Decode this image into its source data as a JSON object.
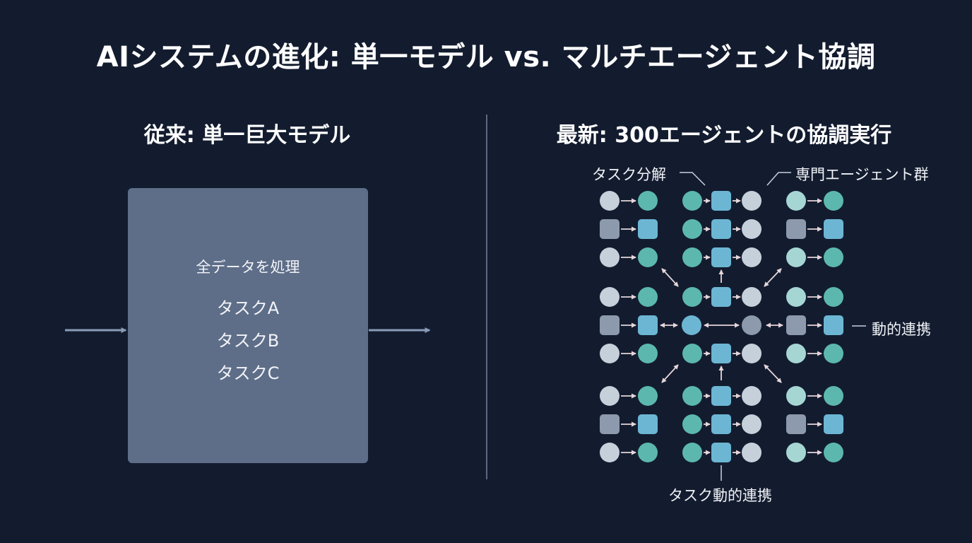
{
  "title": "AIシステムの進化: 単一モデル vs. マルチエージェント協調",
  "left": {
    "heading": "従来: 単一巨大モデル",
    "box_heading": "全データを処理",
    "tasks": [
      "タスクA",
      "タスクB",
      "タスクC"
    ]
  },
  "right": {
    "heading": "最新: 300エージェントの協調実行",
    "labels": {
      "decompose": "タスク分解",
      "specialists": "専門エージェント群",
      "dynamic": "動的連携",
      "task_dynamic": "タスク動的連携"
    }
  },
  "colors": {
    "background": "#131c2f",
    "box": "#5e6e88",
    "teal": "#5cb8ae",
    "blue": "#6cb6d4",
    "pale_teal": "#a6d6d3",
    "grey_blue": "#c5d0da",
    "slate": "#8d9aae",
    "arrow": "#e6d6da",
    "line": "#7f8ca4"
  },
  "icons": {
    "agent_round": "circle",
    "agent_square": "rounded-square",
    "flow_arrow": "arrow-right"
  }
}
